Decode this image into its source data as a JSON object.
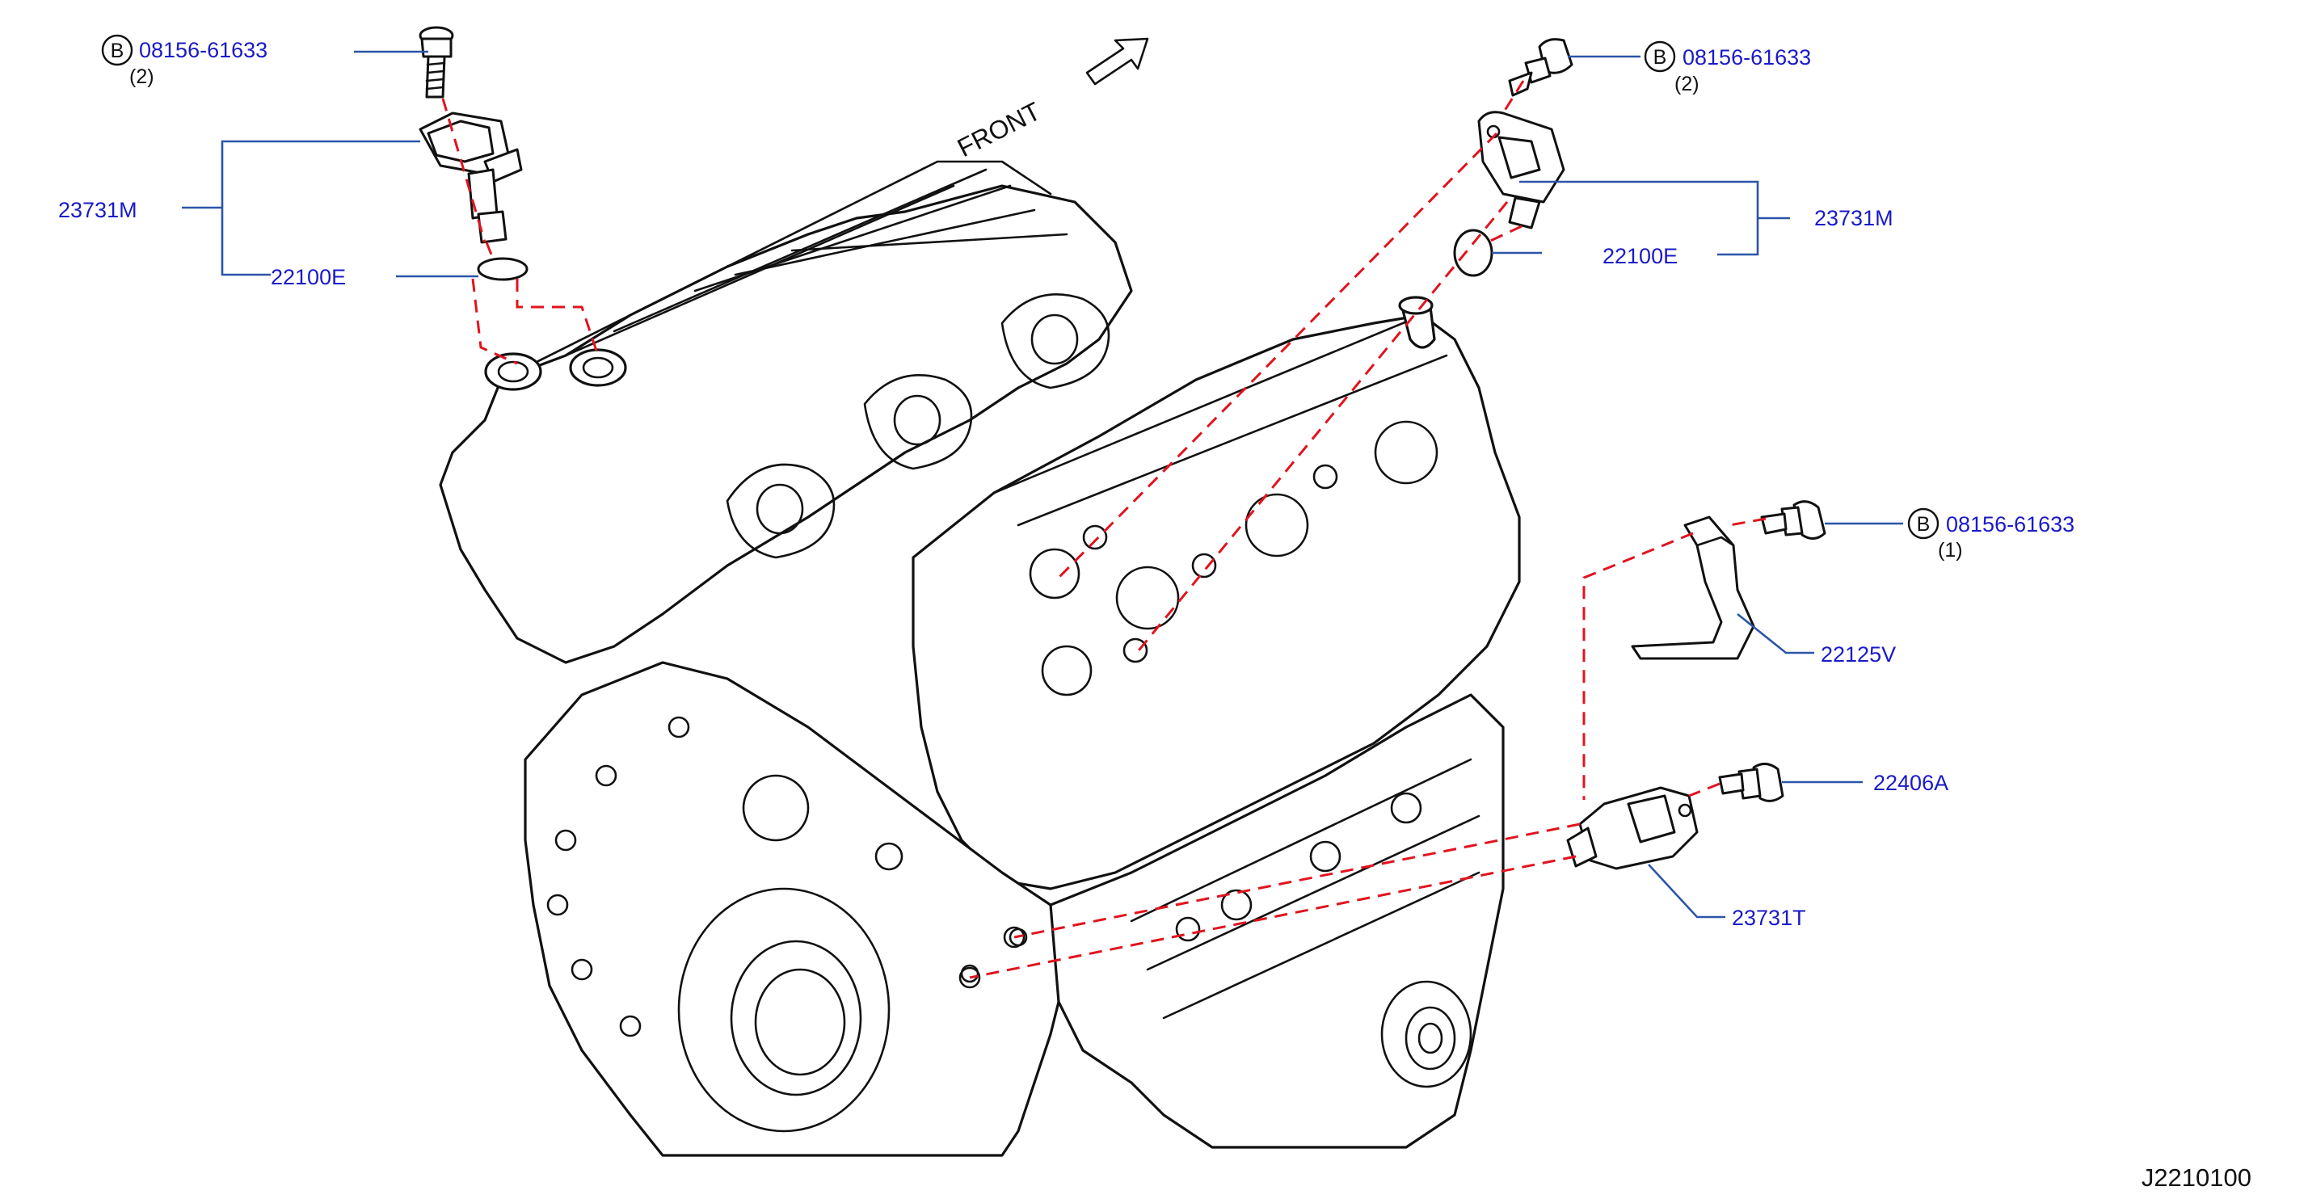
{
  "callouts": {
    "bolt_top_left": {
      "badge": "B",
      "part_no": "08156-61633",
      "qty": "(2)"
    },
    "cam_sensor_left": {
      "part_no": "23731M"
    },
    "oring_left": {
      "part_no": "22100E"
    },
    "bolt_top_right": {
      "badge": "B",
      "part_no": "08156-61633",
      "qty": "(2)"
    },
    "cam_sensor_right": {
      "part_no": "23731M"
    },
    "oring_right": {
      "part_no": "22100E"
    },
    "bolt_bracket": {
      "badge": "B",
      "part_no": "08156-61633",
      "qty": "(1)"
    },
    "bracket": {
      "part_no": "22125V"
    },
    "bolt_crank": {
      "part_no": "22406A"
    },
    "crank_sensor": {
      "part_no": "23731T"
    }
  },
  "front_label": "FRONT",
  "diagram_id": "J2210100"
}
